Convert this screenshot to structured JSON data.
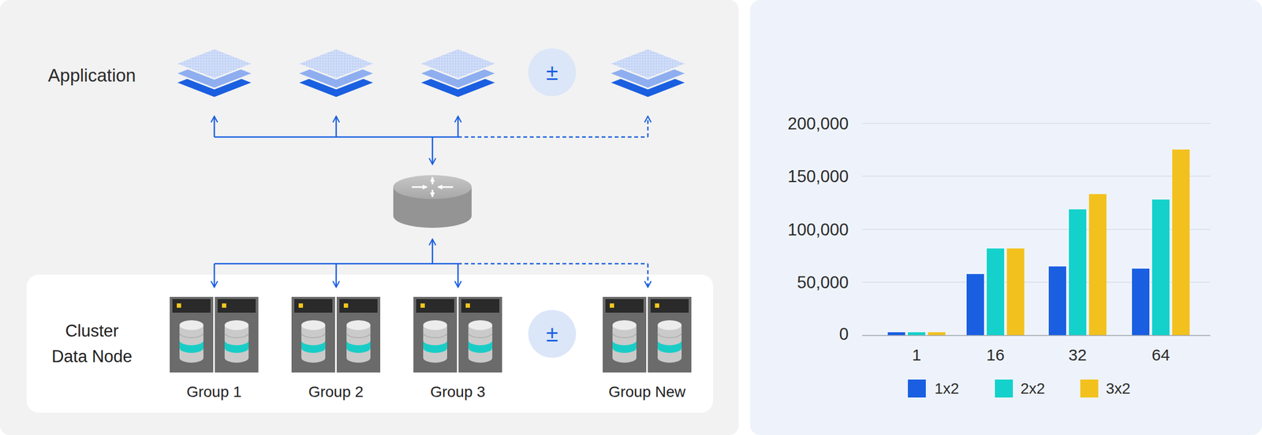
{
  "diagram": {
    "nodes": [
      {
        "text": [
          "±"
        ]
      },
      {
        "text": [
          "Cluster Data Node"
        ]
      },
      {
        "text": [
          "Group 1"
        ],
        "in": 1
      },
      {
        "text": [
          "Group 2"
        ],
        "in": 1
      },
      {
        "text": [
          "Group 3"
        ],
        "in": 1
      },
      {
        "text": [
          "±"
        ],
        "in": 1
      },
      {
        "text": [
          "Group New"
        ],
        "in": 1
      }
    ],
    "labels": [
      "Application",
      "200,000",
      "150,000",
      "100,000",
      "50,000",
      "0",
      "1",
      "16",
      "32",
      "64"
    ],
    "legend": [
      {
        "text": "1x2",
        "color": "#1a5fe2"
      },
      {
        "text": "2x2",
        "color": "#14d2cb"
      },
      {
        "text": "3x2",
        "color": "#f3c11e"
      }
    ]
  }
}
